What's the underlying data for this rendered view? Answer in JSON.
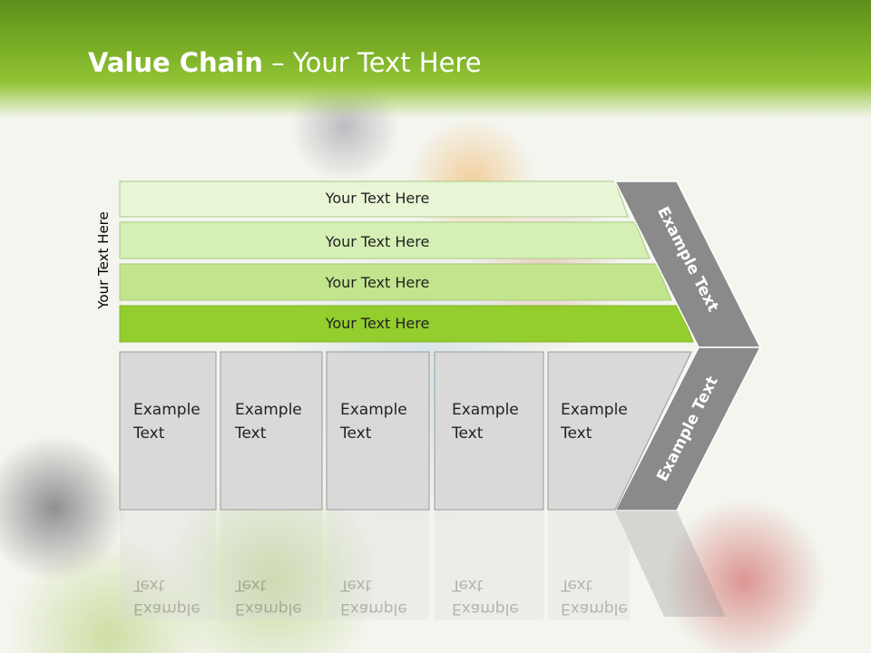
{
  "title": {
    "bold": "Value Chain",
    "rest": " – Your Text Here"
  },
  "side_label": "Your Text Here",
  "rows": [
    {
      "label": "Your Text Here",
      "color": "#e9f6d6"
    },
    {
      "label": "Your Text Here",
      "color": "#d6efb4"
    },
    {
      "label": "Your Text Here",
      "color": "#c2e48c"
    },
    {
      "label": "Your Text Here",
      "color": "#93cd2e"
    }
  ],
  "columns": [
    {
      "line1": "Example",
      "line2": "Text"
    },
    {
      "line1": "Example",
      "line2": "Text"
    },
    {
      "line1": "Example",
      "line2": "Text"
    },
    {
      "line1": "Example",
      "line2": "Text"
    },
    {
      "line1": "Example",
      "line2": "Text"
    }
  ],
  "arrow": {
    "upper_label": "Example Text",
    "lower_label": "Example Text",
    "color": "#8a8a8a"
  },
  "box_color": "#d9d9d9"
}
